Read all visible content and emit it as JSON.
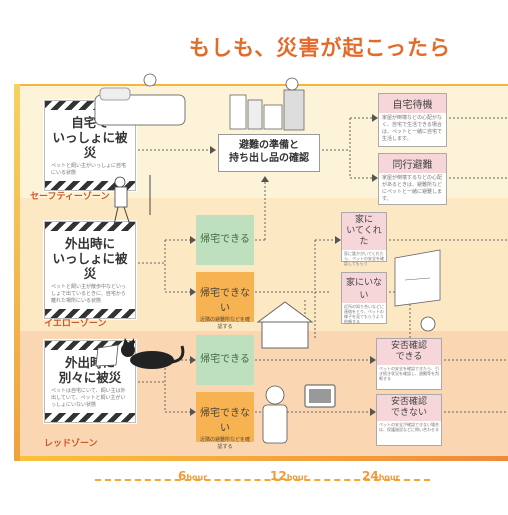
{
  "title": "もしも、災害が起こったら",
  "scenarios": [
    {
      "title": "自宅で\nいっしょに被災",
      "note": "ペットと飼い主がいっしょに自宅にいる状態",
      "zone": "セーフティーゾーン"
    },
    {
      "title": "外出時に\nいっしょに被災",
      "note": "ペットと飼い主が散歩中などいっしょで出ているときに、自宅から離れた場所にいる状態",
      "zone": "イエローゾーン"
    },
    {
      "title": "外出時に\n別々に被災",
      "note": "ペットは自宅にいて、飼い主は外出していて、ペットと飼い主がいっしょにいない状態",
      "zone": "レッドゾーン"
    }
  ],
  "prep": {
    "title": "避難の準備と\n持ち出し品の確認"
  },
  "home_wait": {
    "title": "自宅待機",
    "note": "家屋が倒壊などの心配がなく、自宅で生活できる場合は、ペットと一緒に自宅で生活します。"
  },
  "evac": {
    "title": "同行避難",
    "note": "家屋が倒壊するなどの心配があるときは、避難所などにペットと一緒に避難します。"
  },
  "return_ok": "帰宅できる",
  "return_ng": "帰宅できない",
  "return_ng_note": "近隣の避難所などを確認する",
  "family_home": {
    "title": "家に\nいてくれた",
    "note": "家に誰かがいてくれたら、ペットの安全を確認してもらう"
  },
  "family_away": {
    "title": "家にいない",
    "note": "近所の知り合いなどに連絡をとり、ペットの様子を見てもらうよう依頼する"
  },
  "safety_ok": {
    "title": "安否確認\nできる",
    "note": "ペットの安全を確認できたら、引き続き状況を確認し、避難等を判断する"
  },
  "safety_ng": {
    "title": "安否確認\nできない",
    "note": "ペットの安全が確認できない場合は、保護施設などに問い合わせる"
  },
  "timeline": [
    {
      "value": "6",
      "unit": "hour"
    },
    {
      "value": "12",
      "unit": "hour"
    },
    {
      "value": "24",
      "unit": "hour"
    }
  ]
}
